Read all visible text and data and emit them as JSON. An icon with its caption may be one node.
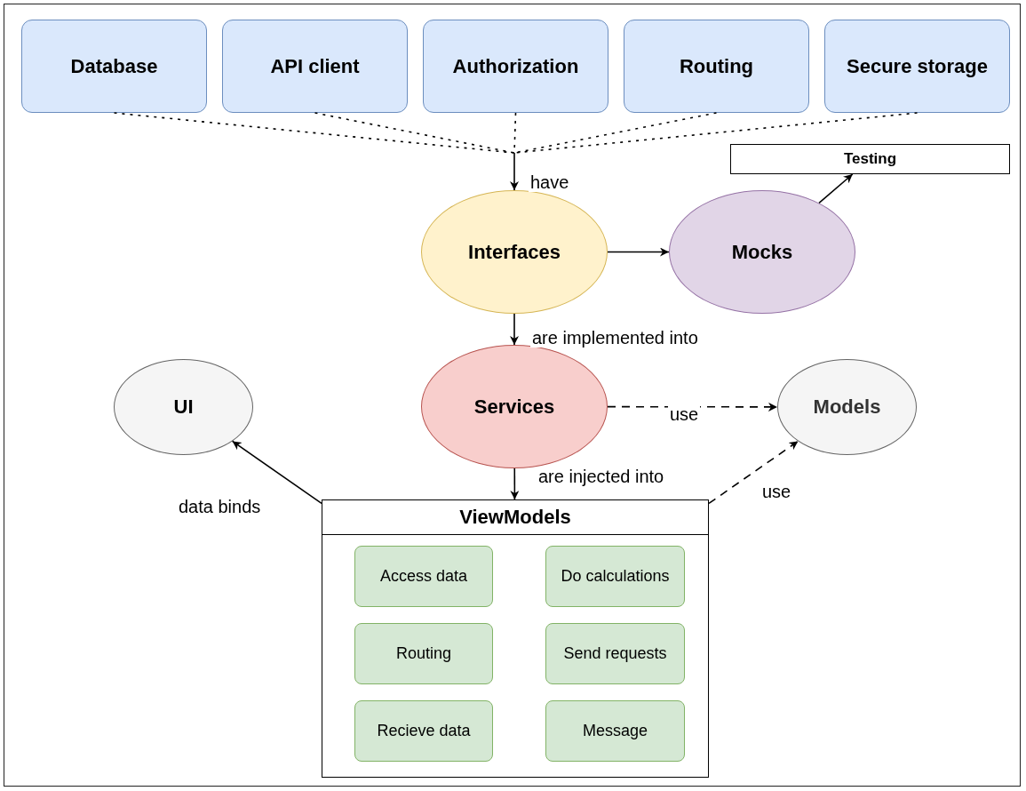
{
  "diagram": {
    "nodes": [
      {
        "text": [
          "Database"
        ]
      },
      {
        "text": [
          "API client"
        ]
      },
      {
        "text": [
          "Authorization"
        ]
      },
      {
        "text": [
          "Routing"
        ]
      },
      {
        "text": [
          "Secure storage"
        ]
      },
      {
        "text": [
          "Testing"
        ]
      },
      {
        "text": [
          "Interfaces"
        ]
      },
      {
        "text": [
          "Mocks"
        ]
      },
      {
        "text": [
          "Services"
        ]
      },
      {
        "text": [
          "UI"
        ]
      },
      {
        "text": [
          "Models"
        ]
      },
      {
        "text": [
          "ViewModels"
        ]
      },
      {
        "text": [
          "Access data"
        ],
        "in": 11
      },
      {
        "text": [
          "Do calculations"
        ],
        "in": 11
      },
      {
        "text": [
          "Routing"
        ],
        "in": 11
      },
      {
        "text": [
          "Send requests"
        ],
        "in": 11
      },
      {
        "text": [
          "Recieve data"
        ],
        "in": 11
      },
      {
        "text": [
          "Message"
        ],
        "in": 11
      }
    ],
    "edges": [
      {
        "from": 0,
        "to": 6,
        "arrow": "to",
        "style": "dashed"
      },
      {
        "from": 1,
        "to": 6,
        "arrow": "to",
        "style": "dashed"
      },
      {
        "from": 2,
        "to": 6,
        "arrow": "to",
        "style": "dashed",
        "label": "have"
      },
      {
        "from": 3,
        "to": 6,
        "arrow": "to",
        "style": "dashed"
      },
      {
        "from": 4,
        "to": 6,
        "arrow": "to",
        "style": "dashed"
      },
      {
        "from": 6,
        "to": 7,
        "arrow": "to"
      },
      {
        "from": 7,
        "to": 5,
        "arrow": "to"
      },
      {
        "from": 6,
        "to": 8,
        "arrow": "to",
        "label": "are implemented into"
      },
      {
        "from": 8,
        "to": 10,
        "arrow": "to",
        "style": "dashed",
        "label": "use"
      },
      {
        "from": 8,
        "to": 11,
        "arrow": "to",
        "label": "are injected into"
      },
      {
        "from": 11,
        "to": 9,
        "arrow": "to",
        "label": "data binds"
      },
      {
        "from": 11,
        "to": 10,
        "arrow": "to",
        "style": "dashed",
        "label": "use"
      }
    ]
  }
}
